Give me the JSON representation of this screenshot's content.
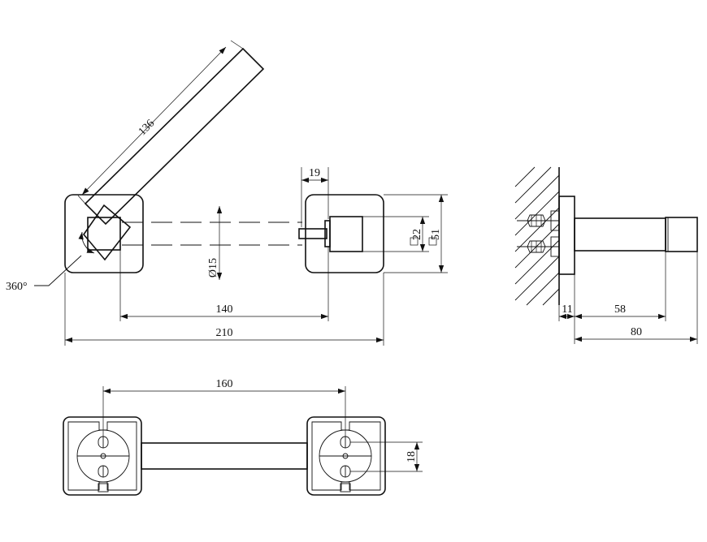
{
  "dimensions": {
    "arm_length": "136",
    "flange_offset": "19",
    "square_small": "22",
    "square_large": "51",
    "rotation": "360°",
    "diameter": "Ø15",
    "center_distance": "140",
    "overall_length": "210",
    "plate_thickness": "11",
    "shaft_length": "58",
    "projection": "80",
    "mounting_spacing": "160",
    "screw_spacing": "18"
  },
  "colors": {
    "line": "#111111",
    "background": "#ffffff"
  }
}
